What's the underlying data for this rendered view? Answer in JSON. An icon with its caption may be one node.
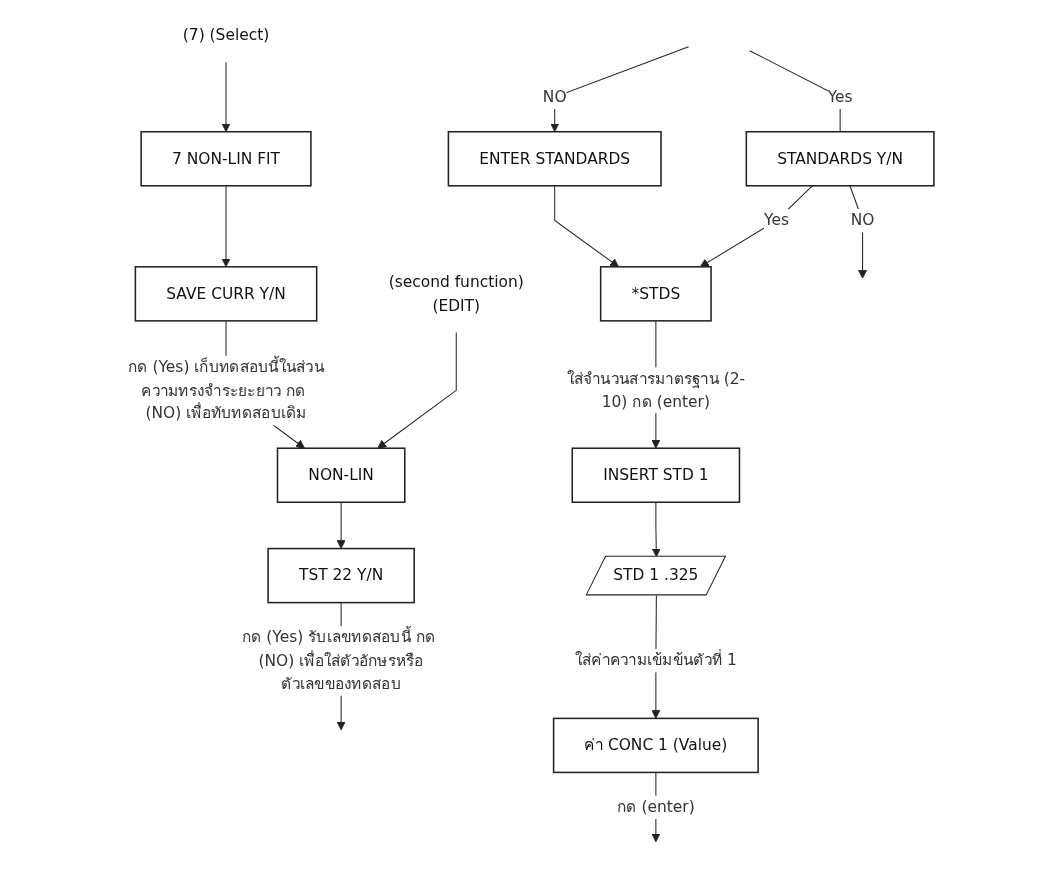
{
  "diagram": {
    "nodes": [
      {
        "text": [
          "(7) (Select)"
        ]
      },
      {
        "text": [
          "7 NON-LIN FIT"
        ]
      },
      {
        "text": [
          "SAVE CURR Y/N"
        ]
      },
      {
        "text": [
          "(second function)",
          "(EDIT)"
        ]
      },
      {
        "text": [
          "NON-LIN"
        ]
      },
      {
        "text": [
          "TST 22 Y/N"
        ]
      },
      {
        "text": [
          "ENTER STANDARDS"
        ]
      },
      {
        "text": [
          "STANDARDS Y/N"
        ]
      },
      {
        "text": [
          "*STDS"
        ]
      },
      {
        "text": [
          "INSERT STD 1"
        ]
      },
      {
        "text": [
          "STD 1 .325"
        ]
      },
      {
        "text": [
          "ค่า CONC 1 (Value)"
        ]
      }
    ],
    "edges": [
      {
        "from": 0,
        "to": 1,
        "arrow": "to"
      },
      {
        "from": 1,
        "to": 2,
        "arrow": "to"
      },
      {
        "from": 2,
        "to": 4,
        "label": "กด (Yes) เก็บทดสอบนี้ในส่วนความทรงจำระยะยาว กด (NO) เพื่อทับทดสอบเดิม",
        "arrow": "to"
      },
      {
        "from": 3,
        "to": 4,
        "arrow": "to"
      },
      {
        "from": 4,
        "to": 5,
        "arrow": "to"
      },
      {
        "from": 5,
        "to": null,
        "label": "กด (Yes) รับเลขทดสอบนี้ กด (NO) เพื่อใส่ตัวอักษรหรือตัวเลขของทดสอบ",
        "arrow": "to"
      },
      {
        "from": null,
        "to": 6,
        "label": "NO",
        "arrow": "to"
      },
      {
        "from": null,
        "to": 7,
        "label": "Yes",
        "arrow": "none"
      },
      {
        "from": 6,
        "to": 8,
        "arrow": "to"
      },
      {
        "from": 7,
        "to": 8,
        "label": "Yes",
        "arrow": "to"
      },
      {
        "from": 7,
        "to": null,
        "label": "NO",
        "arrow": "to"
      },
      {
        "from": 8,
        "to": 9,
        "label": "ใส่จำนวนสารมาตรฐาน (2-10) กด (enter)",
        "arrow": "to"
      },
      {
        "from": 9,
        "to": 10,
        "arrow": "to"
      },
      {
        "from": 10,
        "to": 11,
        "label": "ใส่ค่าความเข้มข้นตัวที่ 1",
        "arrow": "to"
      },
      {
        "from": 11,
        "to": null,
        "label": "กด (enter)",
        "arrow": "to"
      }
    ]
  }
}
